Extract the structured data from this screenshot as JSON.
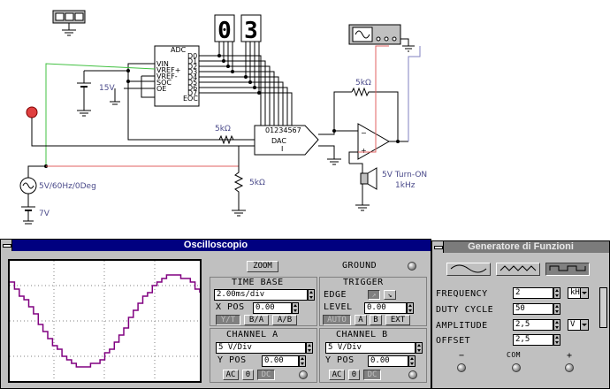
{
  "schematic": {
    "adc_title": "ADC",
    "adc_inputs": [
      "VIN",
      "VREF+",
      "VREF-",
      "SOC",
      "OE"
    ],
    "adc_outputs": [
      "D0",
      "D1",
      "D2",
      "D3",
      "D4",
      "D5",
      "D6",
      "D7",
      "EOC"
    ],
    "display_digits": [
      "0",
      "3"
    ],
    "battery_label": "15V",
    "dac_title": "DAC",
    "dac_sub": "I",
    "dac_pins": "01234567",
    "r1_label": "5kΩ",
    "r2_label": "5kΩ",
    "r3_label": "5kΩ",
    "source_label": "5V/60Hz/0Deg",
    "vref_label": "7V",
    "buzzer_label1": "5V Turn-ON",
    "buzzer_label2": "1kHz"
  },
  "oscilloscope": {
    "title": "Oscilloscopio",
    "zoom_label": "ZOOM",
    "ground_label": "GROUND",
    "timebase": {
      "title": "TIME BASE",
      "value": "2.00ms/div",
      "xpos_label": "X POS",
      "xpos_value": "0.00",
      "modes": [
        "Y/T",
        "B/A",
        "A/B"
      ]
    },
    "trigger": {
      "title": "TRIGGER",
      "edge_label": "EDGE",
      "level_label": "LEVEL",
      "level_value": "0.00",
      "modes": [
        "AUTO",
        "A",
        "B",
        "EXT"
      ]
    },
    "channel_a": {
      "title": "CHANNEL A",
      "value": "5 V/Div",
      "ypos_label": "Y POS",
      "ypos_value": "0.00",
      "coupling": [
        "AC",
        "0",
        "DC"
      ]
    },
    "channel_b": {
      "title": "CHANNEL B",
      "value": "5 V/Div",
      "ypos_label": "Y POS",
      "ypos_value": "0.00",
      "coupling": [
        "AC",
        "0",
        "DC"
      ]
    }
  },
  "generator": {
    "title": "Generatore di Funzioni",
    "frequency_label": "FREQUENCY",
    "frequency_value": "2",
    "frequency_unit": "kHz",
    "duty_label": "DUTY CYCLE",
    "duty_value": "50",
    "amplitude_label": "AMPLITUDE",
    "amplitude_value": "2,5",
    "amplitude_unit": "V",
    "offset_label": "OFFSET",
    "offset_value": "2,5",
    "terminals": [
      "−",
      "COM",
      "+"
    ]
  }
}
